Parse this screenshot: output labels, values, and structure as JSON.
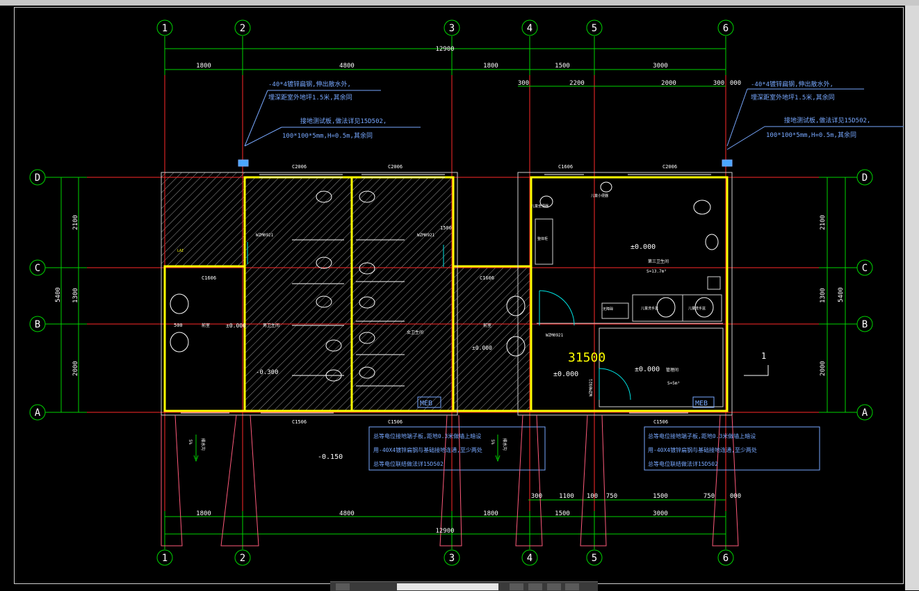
{
  "colors": {
    "grid": "#ff2a2a",
    "dimension": "#00d400",
    "wall": "#ffff00",
    "fixture": "#ffffff",
    "annotation": "#78a8ff",
    "door": "#00e5e5",
    "hatch": "#c8c8c8"
  },
  "axes": {
    "columns": [
      "1",
      "2",
      "3",
      "4",
      "5",
      "6"
    ],
    "rows": [
      "D",
      "C",
      "B",
      "A"
    ]
  },
  "dimensions": {
    "total": "12900",
    "top_chain": [
      "1800",
      "4800",
      "1800",
      "1500",
      "3000"
    ],
    "bottom_chain": [
      "1800",
      "4800",
      "1800",
      "1500",
      "3000"
    ],
    "upper_sub_chain": [
      "300",
      "2200",
      "2000",
      "300",
      "000"
    ],
    "lower_sub_chain": [
      "300",
      "1100",
      "100",
      "750",
      "1500",
      "750",
      "000"
    ],
    "left_chain": [
      "2100",
      "1300",
      "2000"
    ],
    "left_total": "5400",
    "right_chain": [
      "2100",
      "1300",
      "2000"
    ],
    "right_total": "5400"
  },
  "notes": {
    "left_top_1": "-40*4镀锌扁钢,伸出散水外,",
    "left_top_2": "埋深距室外地坪1.5米,其余同",
    "left_mid_1": "接地测试板,做法详见15D502,",
    "left_mid_2": "100*100*5mm,H=0.5m,其余同",
    "right_top_1": "-40*4镀锌扁钢,伸出散水外,",
    "right_top_2": "埋深距室外地坪1.5米,其余同",
    "right_mid_1": "接地测试板,做法详见15D502,",
    "right_mid_2": "100*100*5mm,H=0.5m,其余同",
    "bottom_left_1": "总等电位接地端子板,距地0.3米做墙上暗设",
    "bottom_left_2": "用-40X4镀锌扁钢与基础接地连通,至少两处",
    "bottom_left_3": "总等电位联结做法详15D502",
    "bottom_right_1": "总等电位接地端子板,距地0.3米做墙上暗设",
    "bottom_right_2": "用-40X4镀锌扁钢与基础接地连通,至少两处",
    "bottom_right_3": "总等电位联结做法详15D502"
  },
  "labels": {
    "c2006_a": "C2006",
    "c2006_b": "C2006",
    "c1606_top": "C1606",
    "c2006_c": "C2006",
    "c1606_left": "C1606",
    "c1606_right": "C1606",
    "c1506_a": "C1506",
    "c1506_b": "C1506",
    "c1506_c": "C1506",
    "wzm_left": "WZM0921",
    "wzm_mid": "WZM0921",
    "wzm_right": "WZM0921",
    "wzm_right2": "WZM0921",
    "meb_left": "MEB",
    "meb_right": "MEB",
    "elev_big": "31500",
    "elev_1": "±0.000",
    "elev_2": "±0.000",
    "elev_3": "±0.000",
    "elev_4": "±0.000",
    "elev_neg": "-0.150",
    "elev_left": "±0.000",
    "elev_small": "-0.300",
    "room_third": "第三卫生间",
    "area_third": "S=13.7m²",
    "room_mgmt": "管理间",
    "area_mgmt": "S=5m²",
    "room_bath_l": "男卫生间",
    "room_bath_r": "女卫生间",
    "room_wash_l": "前室",
    "room_wash_r": "前室",
    "room_access": "无障碍",
    "room_child": "儿童小便器",
    "room_chair": "儿童坐便器",
    "room_cabinet": "整体柜",
    "room_seat": "儿童洗手盆",
    "room_sink": "儿童洗手盆",
    "slope_l": "排水沟",
    "slope_r": "排水沟",
    "pct_l": "5%",
    "pct_r": "5%",
    "section": "1",
    "dim_500": "500",
    "dim_1500": "1500",
    "tag_lai": "LAI"
  }
}
